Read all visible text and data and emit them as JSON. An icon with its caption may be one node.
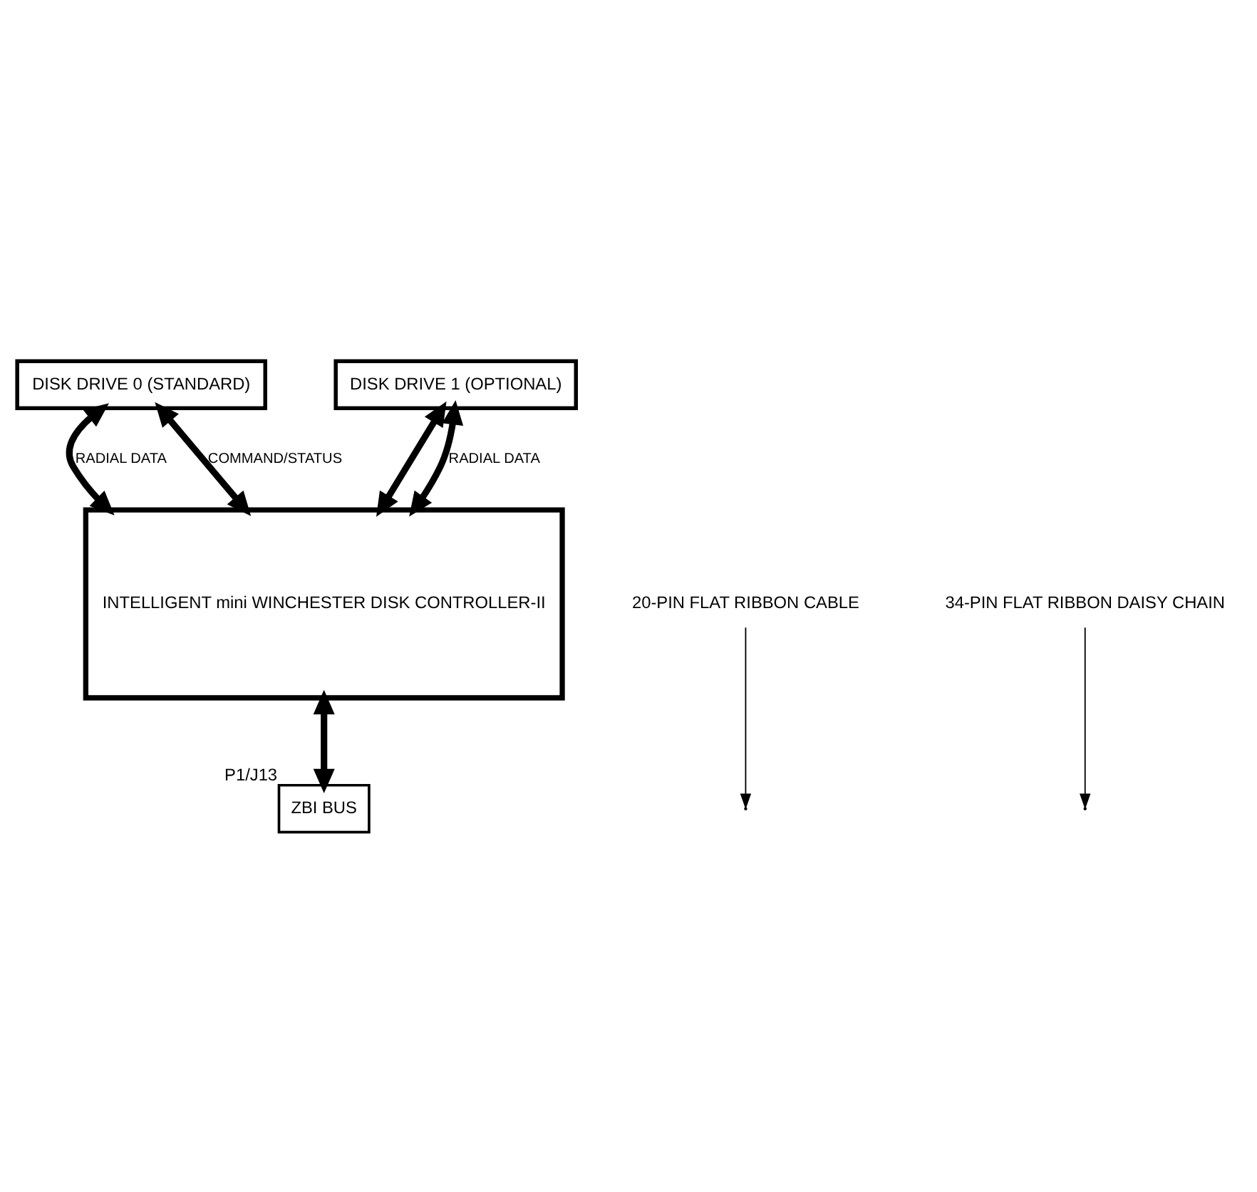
{
  "diagram": {
    "nodes": [
      {
        "text": [
          "DISK DRIVE 0 (STANDARD)"
        ]
      },
      {
        "text": [
          "DISK DRIVE 1 (OPTIONAL)"
        ]
      },
      {
        "text": [
          "INTELLIGENT mini WINCHESTER DISK CONTROLLER-II"
        ]
      },
      {
        "text": [
          "ZBI BUS"
        ],
        "beside": [
          "P1/J13"
        ]
      },
      {
        "text": [
          "20-PIN FLAT RIBBON CABLE"
        ]
      },
      {
        "text": [
          "34-PIN FLAT RIBBON DAISY CHAIN"
        ]
      }
    ],
    "edges": [
      {
        "from": 0,
        "to": 2,
        "arrow": "both",
        "label": "RADIAL DATA"
      },
      {
        "from": 0,
        "to": 2,
        "arrow": "both",
        "label": "COMMAND/STATUS"
      },
      {
        "from": 1,
        "to": 2,
        "arrow": "both"
      },
      {
        "from": 1,
        "to": 2,
        "arrow": "both",
        "label": "RADIAL DATA"
      },
      {
        "from": 2,
        "to": 3,
        "arrow": "both"
      },
      {
        "from": 4,
        "to": null,
        "arrow": "to"
      },
      {
        "from": 5,
        "to": null,
        "arrow": "to"
      }
    ]
  }
}
